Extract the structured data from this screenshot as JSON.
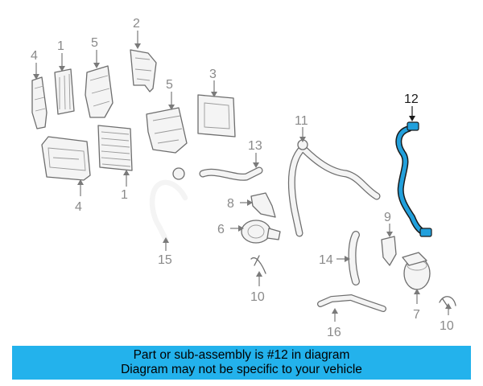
{
  "callouts": {
    "c1a": "1",
    "c1b": "1",
    "c2": "2",
    "c3": "3",
    "c4a": "4",
    "c4b": "4",
    "c5a": "5",
    "c5b": "5",
    "c6": "6",
    "c7": "7",
    "c8": "8",
    "c9": "9",
    "c10a": "10",
    "c10b": "10",
    "c11": "11",
    "c12": "12",
    "c13": "13",
    "c14": "14",
    "c15": "15",
    "c16": "16"
  },
  "highlight": {
    "part_number": "12",
    "color": "#22a0dc",
    "outline_color": "#1a1a1a"
  },
  "banner": {
    "line1": "Part or sub-assembly is #12 in diagram",
    "line2": "Diagram may not be specific to your vehicle",
    "background": "#23b2ec"
  }
}
